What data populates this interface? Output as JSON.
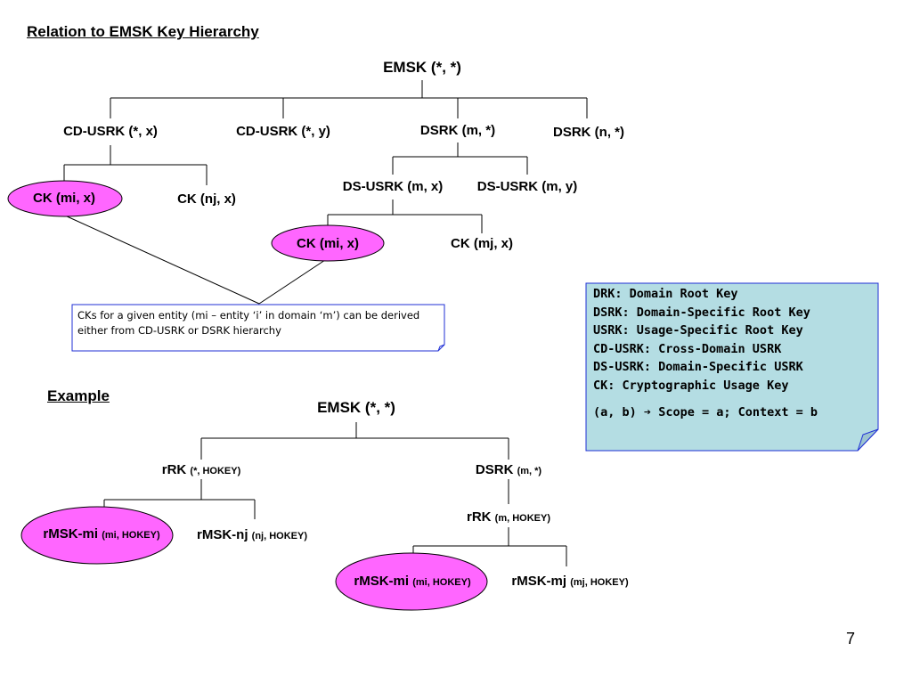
{
  "title": "Relation to EMSK Key Hierarchy",
  "hierarchy": {
    "root": "EMSK (*, *)",
    "cd_usrk_x": "CD-USRK (*, x)",
    "cd_usrk_y": "CD-USRK (*, y)",
    "dsrk_m": "DSRK (m, *)",
    "dsrk_n": "DSRK (n, *)",
    "ck_mi_x_left": "CK (mi, x)",
    "ck_nj_x": "CK (nj, x)",
    "ds_usrk_m_x": "DS-USRK (m, x)",
    "ds_usrk_m_y": "DS-USRK (m, y)",
    "ck_mi_x_right": "CK (mi, x)",
    "ck_mj_x": "CK (mj, x)"
  },
  "note": "CKs for a given entity (mi – entity ‘i’ in domain ‘m’) can be derived either from CD-USRK or DSRK hierarchy",
  "legend": {
    "drk": "DRK: Domain Root Key",
    "dsrk": "DSRK: Domain-Specific Root Key",
    "usrk": "USRK: Usage-Specific Root Key",
    "cd_usrk": "CD-USRK: Cross-Domain USRK",
    "ds_usrk": "DS-USRK: Domain-Specific USRK",
    "ck": "CK: Cryptographic Usage Key",
    "scope_prefix": "(a, b)",
    "scope_suffix": "Scope = a; Context = b"
  },
  "example": {
    "heading": "Example",
    "root": "EMSK (*, *)",
    "rrk_main": "rRK",
    "rrk_sub": "(*, HOKEY)",
    "dsrk_main": "DSRK",
    "dsrk_sub": "(m, *)",
    "rmsk_mi_main": "rMSK-mi",
    "rmsk_mi_sub": "(mi, HOKEY)",
    "rmsk_nj_main": "rMSK-nj",
    "rmsk_nj_sub": "(nj, HOKEY)",
    "rrk_m_main": "rRK",
    "rrk_m_sub": "(m, HOKEY)",
    "rmsk_mi2_main": "rMSK-mi",
    "rmsk_mi2_sub": "(mi, HOKEY)",
    "rmsk_mj_main": "rMSK-mj",
    "rmsk_mj_sub": "(mj, HOKEY)"
  },
  "page_number": "7",
  "colors": {
    "highlight_fill": "#ff66ff",
    "legend_fill": "#b4dde3",
    "legend_fold": "#9cc4d0",
    "box_border": "#1f2fd6"
  }
}
